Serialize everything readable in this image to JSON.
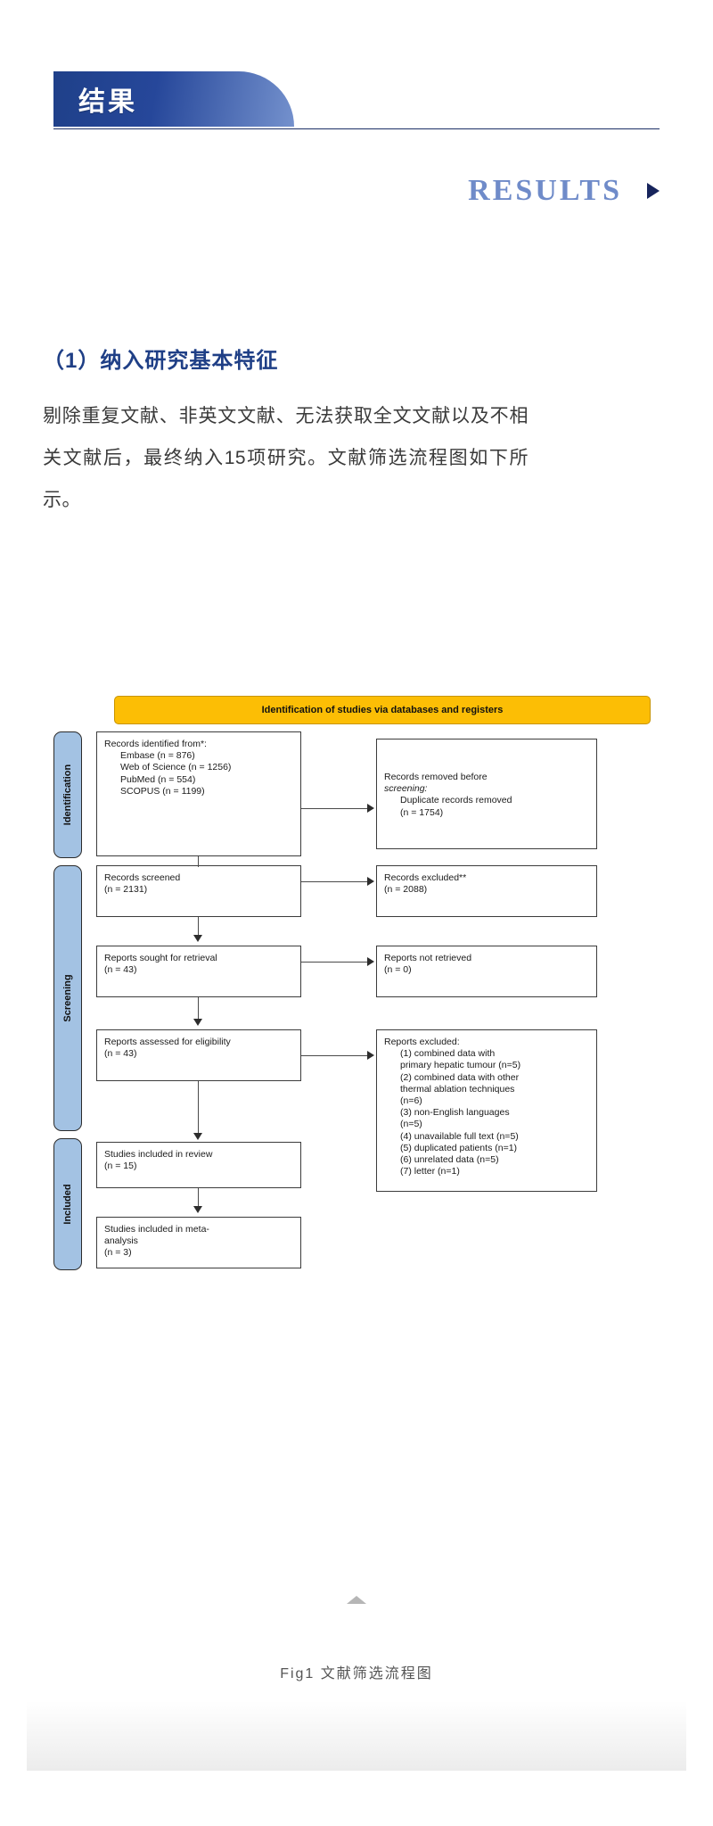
{
  "banner": {
    "title": "结果",
    "rule_color": "#1c2f66",
    "gradient_from": "#1f4089",
    "gradient_to": "#7491cd"
  },
  "results_heading": {
    "label": "RESULTS",
    "color": "#6f8bc9",
    "arrow_icon": "triangle-right-icon",
    "arrow_color": "#17245c"
  },
  "section": {
    "subheading": "（1）纳入研究基本特征",
    "subheading_color": "#1f3f86",
    "paragraph": "剔除重复文献、非英文文献、无法获取全文文献以及不相关文献后，最终纳入15项研究。文献筛选流程图如下所示。"
  },
  "figure": {
    "caption": "Fig1 文献筛选流程图",
    "scroll_top_icon": "caret-up-icon"
  },
  "chart_data": {
    "type": "diagram",
    "title": "Identification of studies via databases and registers",
    "title_bg": "#fcbe05",
    "stage_bg": "#a3c2e3",
    "stages": [
      {
        "label": "Identification"
      },
      {
        "label": "Screening"
      },
      {
        "label": "Included"
      }
    ],
    "nodes": [
      {
        "id": "records-identified",
        "column": "left",
        "lines": [
          {
            "text": "Records identified from*:",
            "indent": false
          },
          {
            "text": "Embase (n = 876)",
            "indent": true
          },
          {
            "text": "Web of Science (n = 1256)",
            "indent": true
          },
          {
            "text": "PubMed (n = 554)",
            "indent": true
          },
          {
            "text": "SCOPUS (n = 1199)",
            "indent": true
          }
        ]
      },
      {
        "id": "records-removed",
        "column": "right",
        "lines": [
          {
            "text": "Records removed before",
            "indent": false
          },
          {
            "text": "screening:",
            "indent": false,
            "italic": true
          },
          {
            "text": "Duplicate records removed",
            "indent": true
          },
          {
            "text": "(n = 1754)",
            "indent": true
          }
        ]
      },
      {
        "id": "records-screened",
        "column": "left",
        "lines": [
          {
            "text": "Records screened",
            "indent": false
          },
          {
            "text": "(n = 2131)",
            "indent": false
          }
        ]
      },
      {
        "id": "records-excluded",
        "column": "right",
        "lines": [
          {
            "text": "Records excluded**",
            "indent": false
          },
          {
            "text": "(n = 2088)",
            "indent": false
          }
        ]
      },
      {
        "id": "reports-sought",
        "column": "left",
        "lines": [
          {
            "text": "Reports sought for retrieval",
            "indent": false
          },
          {
            "text": "(n = 43)",
            "indent": false
          }
        ]
      },
      {
        "id": "reports-not-retrieved",
        "column": "right",
        "lines": [
          {
            "text": "Reports not retrieved",
            "indent": false
          },
          {
            "text": "(n = 0)",
            "indent": false
          }
        ]
      },
      {
        "id": "reports-assessed",
        "column": "left",
        "lines": [
          {
            "text": "Reports assessed for eligibility",
            "indent": false
          },
          {
            "text": "(n = 43)",
            "indent": false
          }
        ]
      },
      {
        "id": "reports-excluded",
        "column": "right",
        "lines": [
          {
            "text": "Reports excluded:",
            "indent": false
          },
          {
            "text": "(1) combined data with",
            "indent": true
          },
          {
            "text": "primary hepatic tumour (n=5)",
            "indent": true
          },
          {
            "text": "(2) combined data with other",
            "indent": true
          },
          {
            "text": "thermal ablation techniques",
            "indent": true
          },
          {
            "text": "(n=6)",
            "indent": true
          },
          {
            "text": "(3) non-English languages",
            "indent": true
          },
          {
            "text": "(n=5)",
            "indent": true
          },
          {
            "text": "(4) unavailable full text (n=5)",
            "indent": true
          },
          {
            "text": "(5) duplicated patients (n=1)",
            "indent": true
          },
          {
            "text": "(6) unrelated data (n=5)",
            "indent": true
          },
          {
            "text": "(7) letter (n=1)",
            "indent": true
          }
        ]
      },
      {
        "id": "studies-included-review",
        "column": "left",
        "lines": [
          {
            "text": "Studies included in review",
            "indent": false
          },
          {
            "text": "(n = 15)",
            "indent": false
          }
        ]
      },
      {
        "id": "studies-included-meta",
        "column": "left",
        "lines": [
          {
            "text": "Studies included in meta-",
            "indent": false
          },
          {
            "text": "analysis",
            "indent": false
          },
          {
            "text": "(n = 3)",
            "indent": false
          }
        ]
      }
    ]
  }
}
